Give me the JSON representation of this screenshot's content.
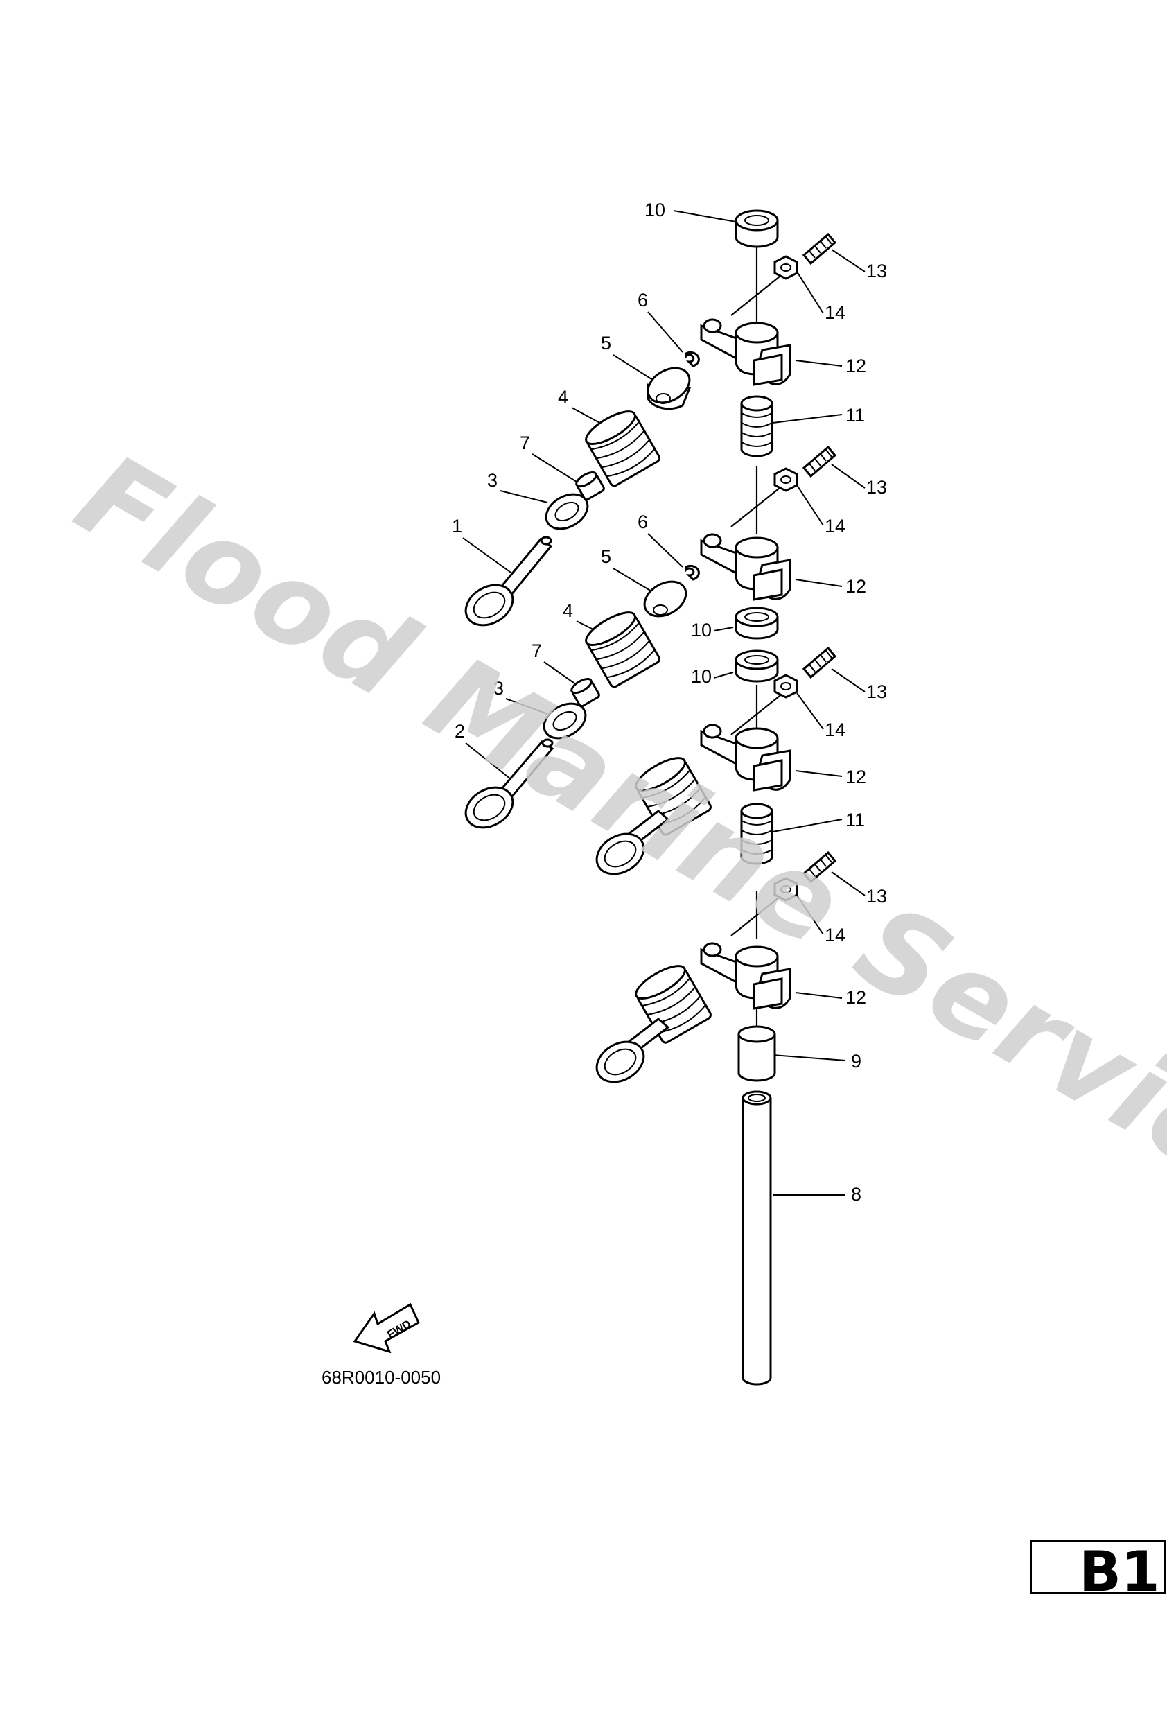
{
  "watermark": "Flood Marine Services",
  "part_number": "68R0010-0050",
  "page_code": "B1",
  "fwd_label": "FWD",
  "callouts": {
    "c10a": "10",
    "c13a": "13",
    "c14a": "14",
    "c6a": "6",
    "c5a": "5",
    "c12a": "12",
    "c11a": "11",
    "c4a": "4",
    "c7a": "7",
    "c3a": "3",
    "c13b": "13",
    "c14b": "14",
    "c1": "1",
    "c6b": "6",
    "c12b": "12",
    "c5b": "5",
    "c10b": "10",
    "c4b": "4",
    "c10c": "10",
    "c13c": "13",
    "c7b": "7",
    "c14c": "14",
    "c3b": "3",
    "c2": "2",
    "c12c": "12",
    "c11b": "11",
    "c13d": "13",
    "c14d": "14",
    "c12d": "12",
    "c9": "9",
    "c8": "8"
  }
}
